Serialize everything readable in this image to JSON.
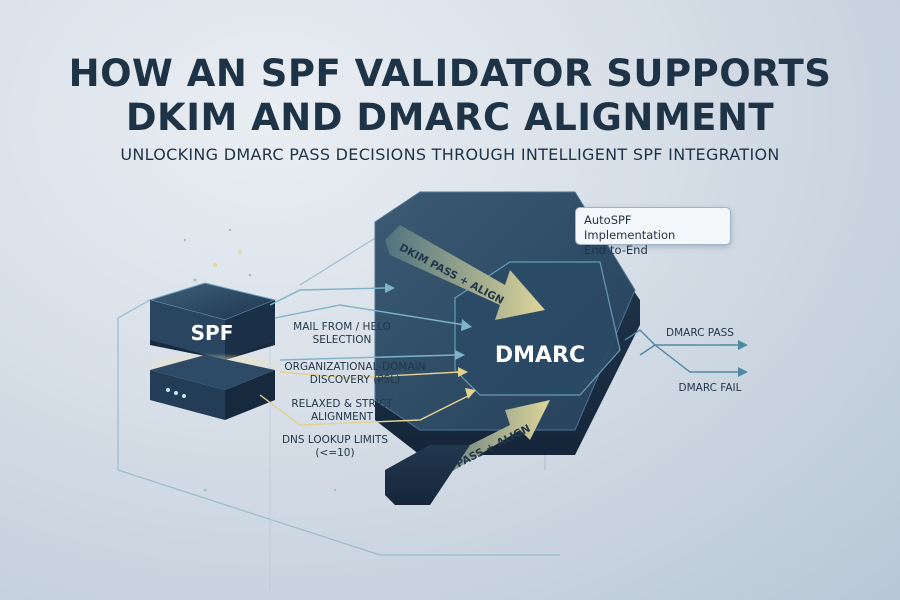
{
  "header": {
    "title_line1": "HOW AN SPF VALIDATOR SUPPORTS",
    "title_line2": "DKIM AND DMARC ALIGNMENT",
    "subtitle": "UNLOCKING DMARC PASS DECISIONS THROUGH INTELLIGENT SPF INTEGRATION"
  },
  "spf_block": {
    "label": "SPF"
  },
  "features": [
    {
      "line1": "MAIL FROM / HELO",
      "line2": "SELECTION"
    },
    {
      "line1": "ORGANIZATIONAL-DOMAIN",
      "line2": "DISCOVERY (PSL)"
    },
    {
      "line1": "RELAXED & STRICT",
      "line2": "ALIGNMENT"
    },
    {
      "line1": "DNS LOOKUP LIMITS",
      "line2": "(<=10)"
    }
  ],
  "dmarc_block": {
    "label": "DMARC"
  },
  "arrows": {
    "dkim": "DKIM PASS + ALIGN",
    "spf": "SPF PASS + ALIGN"
  },
  "callout": {
    "line1": "AutoSPF Implementation",
    "line2": "End-to-End"
  },
  "outcomes": {
    "pass": "DMARC PASS",
    "fail": "DMARC FAIL"
  },
  "colors": {
    "navy": "#1f3347",
    "block_top": "#2f4a63",
    "block_side": "#1c2f42",
    "accent_gold": "#e9d8a0",
    "accent_teal": "#6fb3c4"
  }
}
